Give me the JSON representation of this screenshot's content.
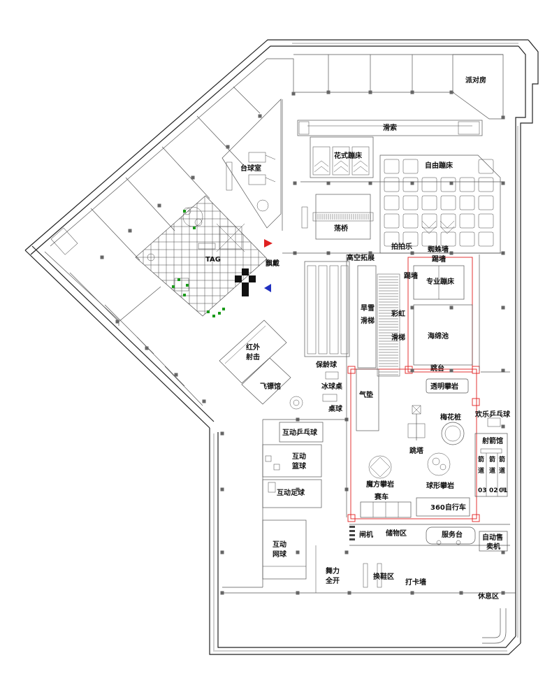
{
  "labels": {
    "party_room": "派对房",
    "zipline": "滑索",
    "fancy_trampoline": "花式蹦床",
    "free_trampoline": "自由蹦床",
    "billiards": "台球室",
    "swing_bridge": "荡桥",
    "tag": "TAG",
    "paintball": "飘戴",
    "high_ropes": "高空拓展",
    "clap_fun": "拍拍乐",
    "spider_wall": "蜘蛛墙",
    "kick_wall": "踢墙",
    "pro_trampoline": "专业蹦床",
    "dry_snow_slide_1": "旱雪",
    "dry_snow_slide_2": "滑梯",
    "rainbow_slide_1": "彩虹",
    "rainbow_slide_2": "滑梯",
    "foam_pit": "海绵池",
    "jump_platform": "跳台",
    "infrared_shooting_1": "红外",
    "infrared_shooting_2": "射击",
    "darts": "飞镖馆",
    "bowling": "保龄球",
    "ice_hockey": "冰球桌",
    "foosball": "桌球",
    "air_cushion": "气垫",
    "transparent_climb": "透明攀岩",
    "fun_pingpong": "欢乐乒乓球",
    "plum_stakes": "梅花桩",
    "archery": "射箭馆",
    "jump_tower": "跳塔",
    "interactive_pingpong": "互动乒乓球",
    "interactive_basketball_1": "互动",
    "interactive_basketball_2": "篮球",
    "interactive_soccer": "互动足球",
    "rubik_climb": "魔方攀岩",
    "sphere_climb": "球形攀岩",
    "lane_03_1": "箭",
    "lane_03_2": "道",
    "lane_03_3": "03",
    "lane_02_1": "箭",
    "lane_02_2": "道",
    "lane_02_3": "02",
    "lane_01_1": "箭",
    "lane_01_2": "道",
    "lane_01_3": "01",
    "racing": "赛车",
    "bike360": "360自行车",
    "gate": "闸机",
    "storage": "储物区",
    "service_desk": "服务台",
    "vending_1": "自动售",
    "vending_2": "卖机",
    "interactive_tennis_1": "互动",
    "interactive_tennis_2": "网球",
    "dance_1": "舞力",
    "dance_2": "全开",
    "shoe_change": "换鞋区",
    "check_in_wall": "打卡墙",
    "rest_area": "休息区"
  }
}
